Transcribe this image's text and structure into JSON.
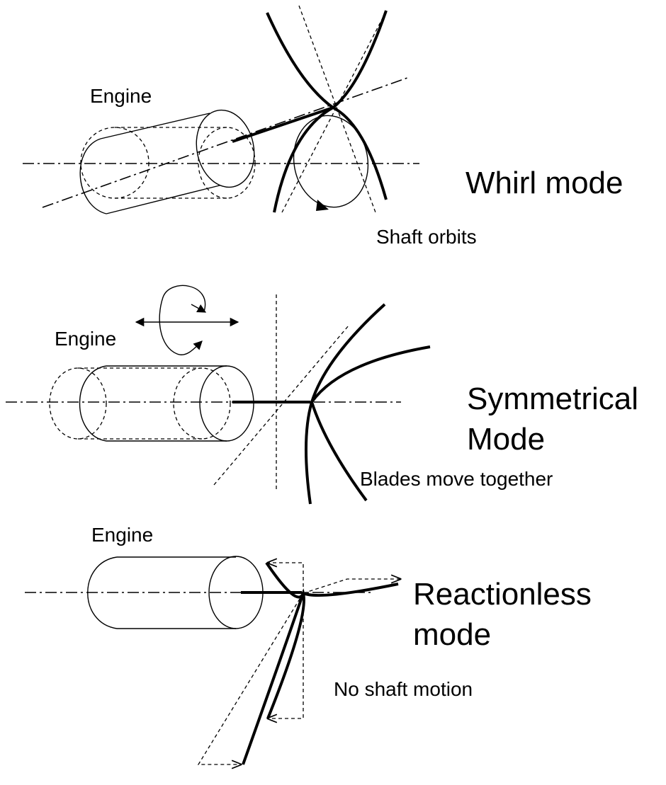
{
  "panels": {
    "whirl": {
      "engine_label": "Engine",
      "mode_label": "Whirl mode",
      "note": "Shaft orbits"
    },
    "symmetrical": {
      "engine_label": "Engine",
      "mode_label_line1": "Symmetrical",
      "mode_label_line2": "Mode",
      "note": "Blades move together"
    },
    "reactionless": {
      "engine_label": "Engine",
      "mode_label_line1": "Reactionless",
      "mode_label_line2": "mode",
      "note": "No shaft motion"
    }
  },
  "colors": {
    "ink": "#000000",
    "background": "#ffffff"
  }
}
